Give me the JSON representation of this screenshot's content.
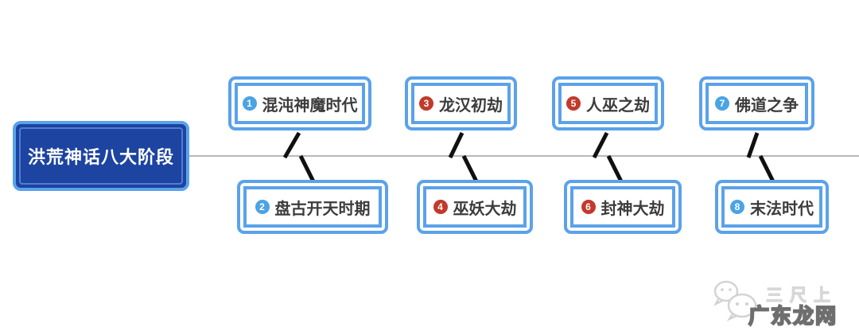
{
  "root_topic": {
    "label": "洪荒神话八大阶段"
  },
  "stages": [
    {
      "num": "1",
      "label": "混沌神魔时代",
      "badge_color": "blue",
      "position": "top"
    },
    {
      "num": "2",
      "label": "盘古开天时期",
      "badge_color": "blue",
      "position": "bottom"
    },
    {
      "num": "3",
      "label": "龙汉初劫",
      "badge_color": "red",
      "position": "top"
    },
    {
      "num": "4",
      "label": "巫妖大劫",
      "badge_color": "red",
      "position": "bottom"
    },
    {
      "num": "5",
      "label": "人巫之劫",
      "badge_color": "red",
      "position": "top"
    },
    {
      "num": "6",
      "label": "封神大劫",
      "badge_color": "red",
      "position": "bottom"
    },
    {
      "num": "7",
      "label": "佛道之争",
      "badge_color": "blue",
      "position": "top"
    },
    {
      "num": "8",
      "label": "末法时代",
      "badge_color": "blue",
      "position": "bottom"
    }
  ],
  "watermark": {
    "icon": "wechat-icon",
    "line1": "三尺上",
    "line2": "广东龙网"
  },
  "colors": {
    "box_border_blue": "#5ba2ea",
    "root_fill": "#1c44a0",
    "badge_blue": "#4ba3e4",
    "badge_red": "#c23a2b",
    "timeline_gray": "#b9b9b9",
    "connector_black": "#101010",
    "label_text": "#3c3c3c"
  }
}
